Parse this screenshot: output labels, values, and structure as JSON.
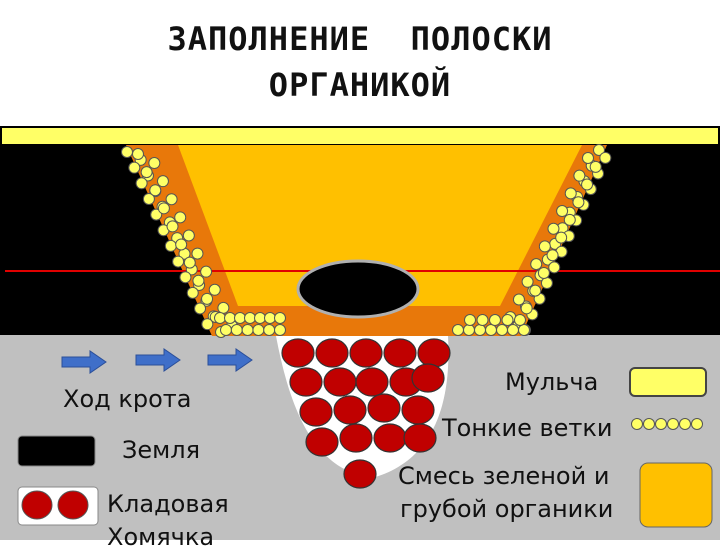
{
  "title": {
    "line1": "ЗАПОЛНЕНИЕ  ПОЛОСКИ",
    "line2": "ОРГАНИКОЙ"
  },
  "legend": {
    "mole_tunnel": "Ход крота",
    "soil": "Земля",
    "storage": "Кладовая",
    "storage_line2": "Хомячка",
    "mulch": "Мульча",
    "thin_branches": "Тонкие ветки",
    "mix_line1": "Смесь зеленой и",
    "mix_line2": "грубой органики"
  },
  "colors": {
    "mulch": "#ffff66",
    "soil": "#000000",
    "ground": "#c0c0c0",
    "outer_organic": "#e8780a",
    "inner_organic": "#ffc000",
    "branch_dot": "#ffff66",
    "storage_ball": "#c00000",
    "arrow": "#3f6fc9",
    "level_line": "#e00000"
  }
}
